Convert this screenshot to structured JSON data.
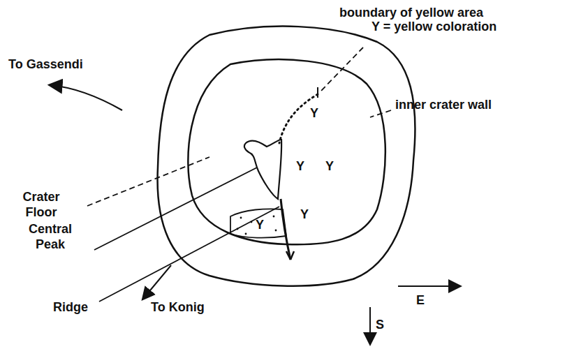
{
  "diagram": {
    "labels": [
      "boundary of yellow area",
      "Y = yellow coloration",
      "To Gassendi",
      "inner crater wall",
      "Crater Floor",
      "Central Peak",
      "Ridge",
      "To Konig",
      "E",
      "S",
      "Y",
      "Y",
      "Y",
      "Y",
      "Y"
    ]
  }
}
